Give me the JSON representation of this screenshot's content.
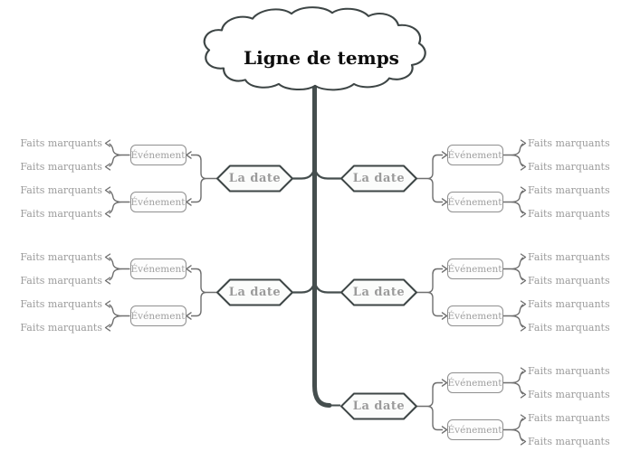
{
  "app": {
    "background": "#ffffff"
  },
  "palette": {
    "trunk": "#454e4e",
    "branch_curve": "#454e4e",
    "cloud_border": "#3d4545",
    "cloud_fill": "#ffffff",
    "hexagon_border": "#3d4545",
    "hexagon_fill": "#fbfcfb",
    "event_box_border": "#8f8f8f",
    "event_box_fill": "#fdfdfd",
    "connector": "#6f6f6f",
    "muted_text": "#9c9c9c",
    "title_text": "#0d0d0d"
  },
  "tree": {
    "root": "Ligne de temps",
    "branches": [
      {
        "side": "left",
        "date": "La date",
        "events": [
          {
            "label": "Événement",
            "facts": [
              "Faits marquants",
              "Faits marquants"
            ]
          },
          {
            "label": "Événement",
            "facts": [
              "Faits marquants",
              "Faits marquants"
            ]
          }
        ]
      },
      {
        "side": "right",
        "date": "La date",
        "events": [
          {
            "label": "Événement",
            "facts": [
              "Faits marquants",
              "Faits marquants"
            ]
          },
          {
            "label": "Événement",
            "facts": [
              "Faits marquants",
              "Faits marquants"
            ]
          }
        ]
      },
      {
        "side": "left",
        "date": "La date",
        "events": [
          {
            "label": "Événement",
            "facts": [
              "Faits marquants",
              "Faits marquants"
            ]
          },
          {
            "label": "Événement",
            "facts": [
              "Faits marquants",
              "Faits marquants"
            ]
          }
        ]
      },
      {
        "side": "right",
        "date": "La date",
        "events": [
          {
            "label": "Événement",
            "facts": [
              "Faits marquants",
              "Faits marquants"
            ]
          },
          {
            "label": "Événement",
            "facts": [
              "Faits marquants",
              "Faits marquants"
            ]
          }
        ]
      },
      {
        "side": "right",
        "date": "La date",
        "events": [
          {
            "label": "Événement",
            "facts": [
              "Faits marquants",
              "Faits marquants"
            ]
          },
          {
            "label": "Événement",
            "facts": [
              "Faits marquants",
              "Faits marquants"
            ]
          }
        ]
      }
    ]
  }
}
